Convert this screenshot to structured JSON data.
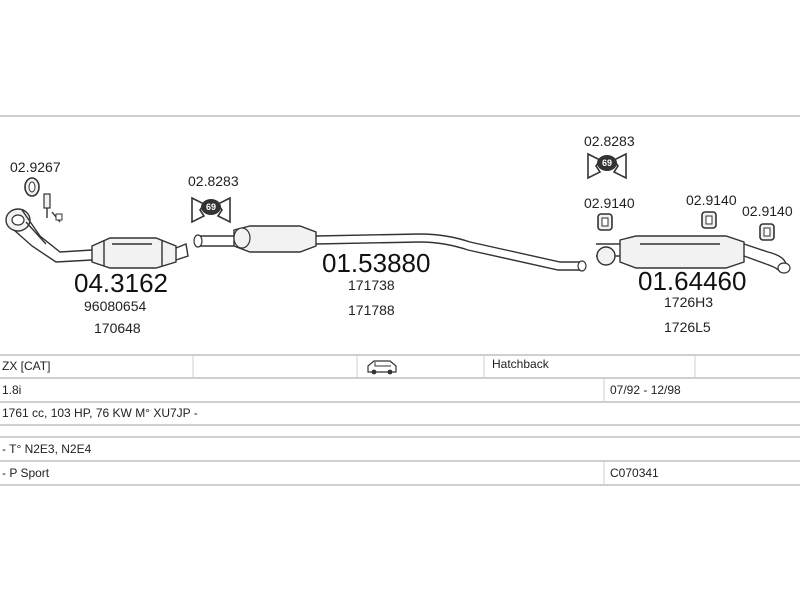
{
  "parts": {
    "downpipe_gasket": "02.9267",
    "catalyst": {
      "code": "04.3162",
      "ref1": "96080654",
      "ref2": "170648"
    },
    "clamp_front": {
      "code": "02.8283",
      "badge": "69"
    },
    "middle": {
      "code": "01.53880",
      "ref1": "171738",
      "ref2": "171788"
    },
    "clamp_rear": {
      "code": "02.8283",
      "badge": "69"
    },
    "rubber_left": "02.9140",
    "rubber_mid": "02.9140",
    "rubber_right": "02.9140",
    "rear": {
      "code": "01.64460",
      "ref1": "1726H3",
      "ref2": "1726L5"
    }
  },
  "vehicle": {
    "row1": {
      "model": "ZX  [CAT]",
      "body": "Hatchback"
    },
    "row2": {
      "engine": "1.8i",
      "dates": "07/92 - 12/98"
    },
    "row3": {
      "spec": "1761 cc, 103 HP, 76 KW M° XU7JP -"
    },
    "row4": {
      "vin": "- T° N2E3, N2E4"
    },
    "row5": {
      "trim": "- P Sport",
      "code": "C070341"
    }
  },
  "icons": {
    "car": "hatchback-car-icon",
    "clamp": "pipe-clamp-icon",
    "gasket": "ring-gasket-icon",
    "rubber": "rubber-mount-icon",
    "sensor": "lambda-sensor-icon"
  }
}
